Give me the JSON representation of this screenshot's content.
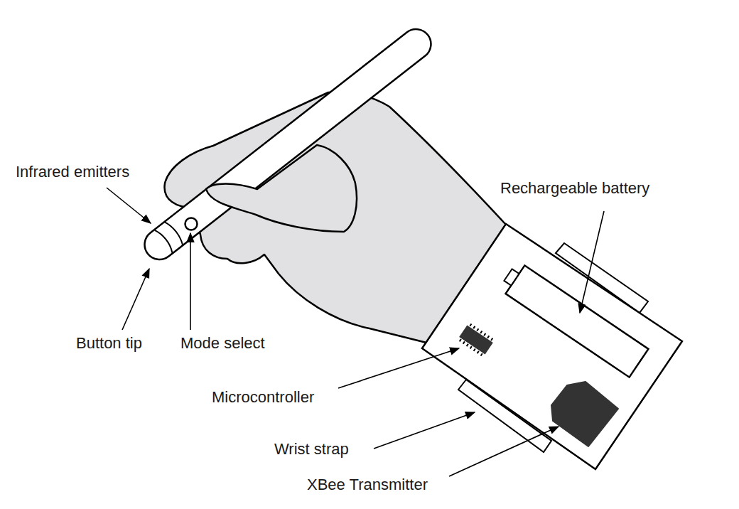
{
  "diagram": {
    "labels": [
      "Infrared emitters",
      "Rechargeable battery",
      "Button tip",
      "Mode select",
      "Microcontroller",
      "Wrist strap",
      "XBee Transmitter"
    ]
  }
}
